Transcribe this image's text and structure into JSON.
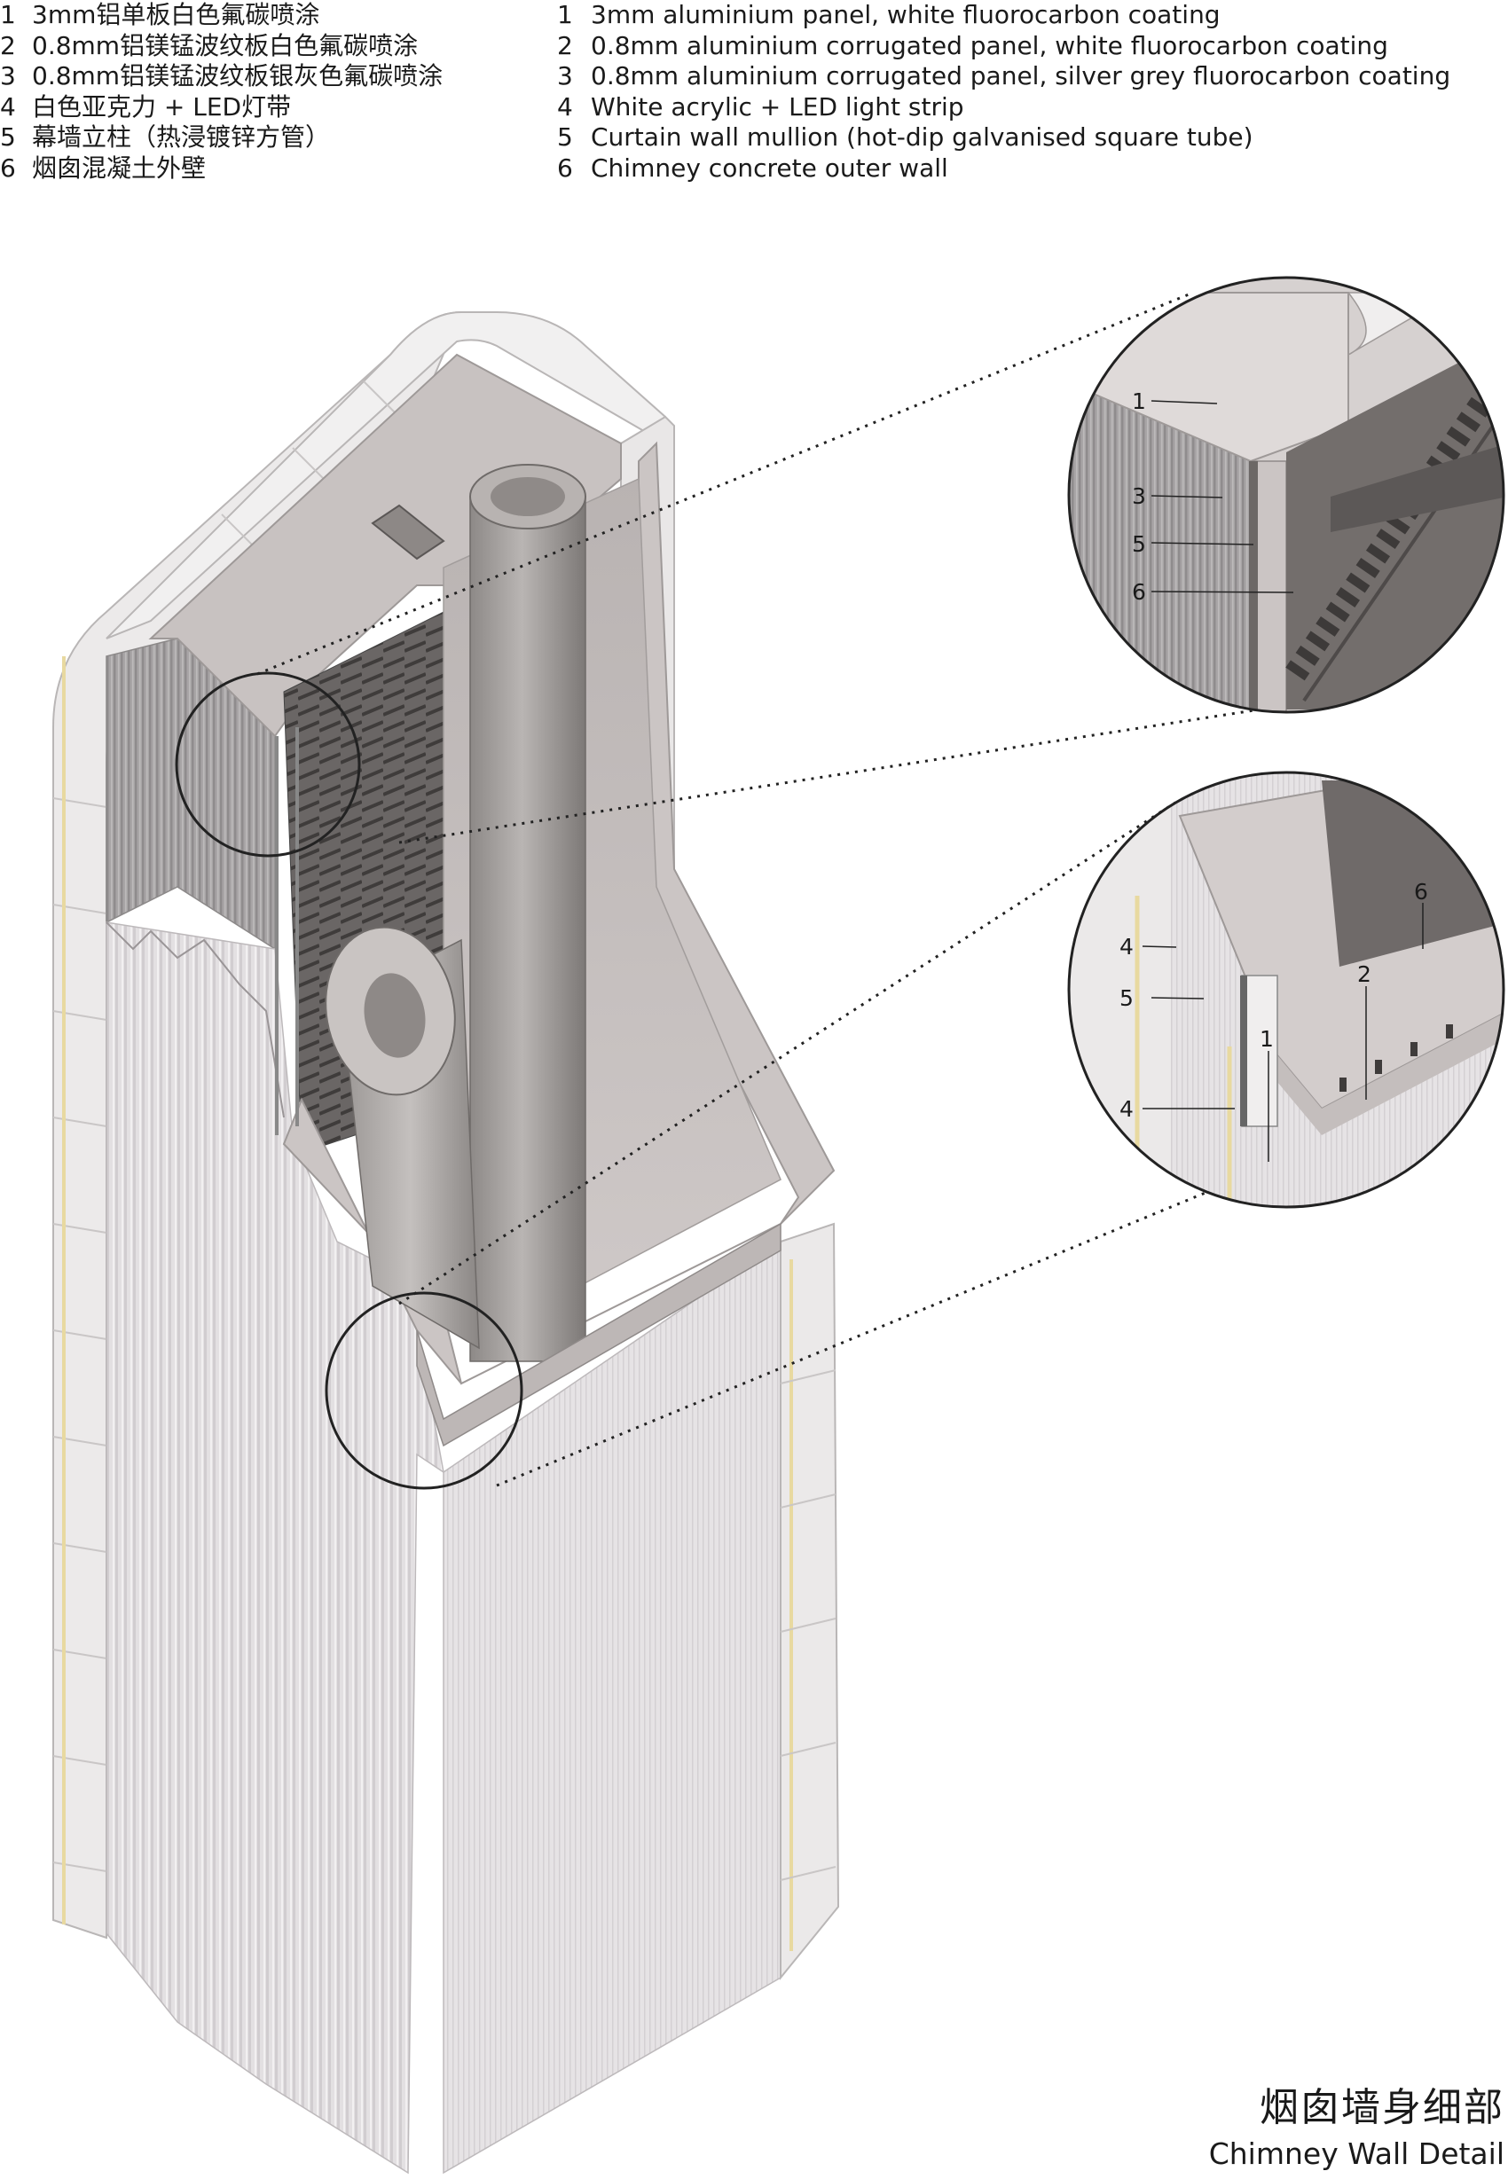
{
  "legend_zh": [
    {
      "num": "1",
      "text": "3mm铝单板白色氟碳喷涂"
    },
    {
      "num": "2",
      "text": "0.8mm铝镁锰波纹板白色氟碳喷涂"
    },
    {
      "num": "3",
      "text": "0.8mm铝镁锰波纹板银灰色氟碳喷涂"
    },
    {
      "num": "4",
      "text": "白色亚克力 + LED灯带"
    },
    {
      "num": "5",
      "text": "幕墙立柱（热浸镀锌方管）"
    },
    {
      "num": "6",
      "text": "烟囱混凝土外壁"
    }
  ],
  "legend_en": [
    {
      "num": "1",
      "text": "3mm aluminium panel, white fluorocarbon coating"
    },
    {
      "num": "2",
      "text": "0.8mm aluminium corrugated panel, white fluorocarbon coating"
    },
    {
      "num": "3",
      "text": "0.8mm aluminium corrugated panel, silver grey fluorocarbon coating"
    },
    {
      "num": "4",
      "text": "White acrylic + LED light strip"
    },
    {
      "num": "5",
      "text": "Curtain wall mullion (hot-dip galvanised square tube)"
    },
    {
      "num": "6",
      "text": "Chimney concrete outer wall"
    }
  ],
  "detail_top_callouts": [
    "1",
    "3",
    "5",
    "6"
  ],
  "detail_bottom_callouts": [
    "4",
    "5",
    "4",
    "1",
    "2",
    "6"
  ],
  "title_zh": "烟囱墙身细部",
  "title_en": "Chimney Wall Detail",
  "colors": {
    "panel_white": "#ecebeb",
    "corrugated_white": "#e5e2e4",
    "corrugated_grey": "#a9a6a7",
    "concrete": "#c9c4c3",
    "interior_dark": "#706b6a",
    "led_strip": "#e8d9a0"
  }
}
